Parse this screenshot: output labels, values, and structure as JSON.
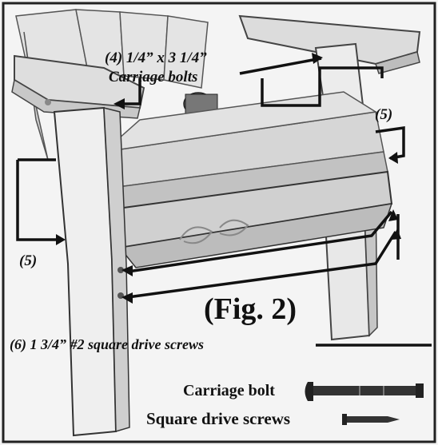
{
  "labels": {
    "bolt_callout_line1": "(4) 1/4” x 3 1/4”",
    "bolt_callout_line2": "Carriage bolts",
    "callout_5_right": "(5)",
    "callout_5_left": "(5)",
    "figure_label": "(Fig. 2)",
    "screws_callout": "(6) 1 3/4” #2 square drive screws"
  },
  "legend": {
    "carriage_bolt": "Carriage bolt",
    "square_drive_screws": "Square drive screws"
  }
}
